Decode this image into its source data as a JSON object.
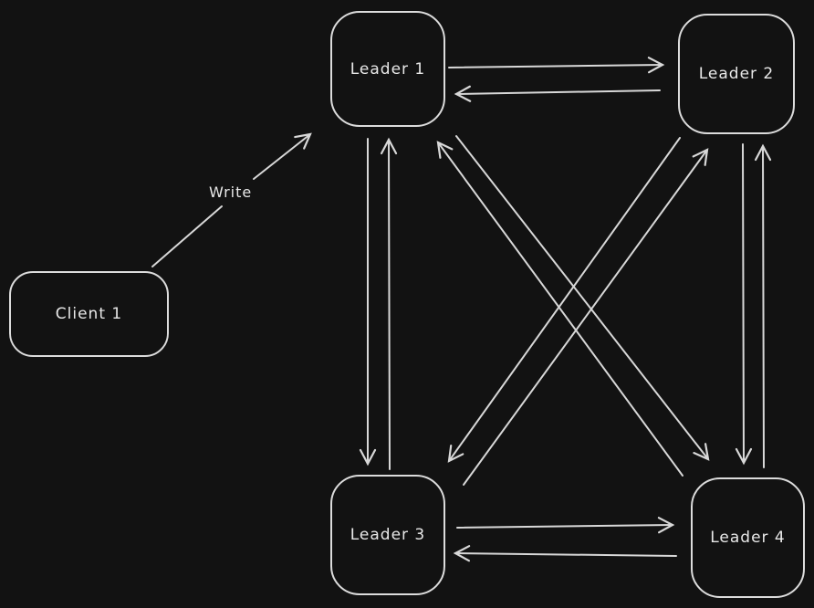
{
  "diagram": {
    "colors": {
      "background": "#121212",
      "stroke": "#d8d8d8",
      "text": "#e8e8e8"
    },
    "nodes": [
      {
        "id": "client-1",
        "label": "Client 1",
        "shape": "rounded-rectangle"
      },
      {
        "id": "leader-1",
        "label": "Leader 1",
        "shape": "rounded-rectangle"
      },
      {
        "id": "leader-2",
        "label": "Leader 2",
        "shape": "rounded-rectangle"
      },
      {
        "id": "leader-3",
        "label": "Leader 3",
        "shape": "rounded-rectangle"
      },
      {
        "id": "leader-4",
        "label": "Leader 4",
        "shape": "rounded-rectangle"
      }
    ],
    "edges": [
      {
        "from": "client-1",
        "to": "leader-1",
        "label": "Write",
        "directed": true
      },
      {
        "from": "leader-1",
        "to": "leader-2",
        "label": "",
        "directed": true
      },
      {
        "from": "leader-2",
        "to": "leader-1",
        "label": "",
        "directed": true
      },
      {
        "from": "leader-1",
        "to": "leader-3",
        "label": "",
        "directed": true
      },
      {
        "from": "leader-3",
        "to": "leader-1",
        "label": "",
        "directed": true
      },
      {
        "from": "leader-2",
        "to": "leader-4",
        "label": "",
        "directed": true
      },
      {
        "from": "leader-4",
        "to": "leader-2",
        "label": "",
        "directed": true
      },
      {
        "from": "leader-3",
        "to": "leader-4",
        "label": "",
        "directed": true
      },
      {
        "from": "leader-4",
        "to": "leader-3",
        "label": "",
        "directed": true
      },
      {
        "from": "leader-1",
        "to": "leader-4",
        "label": "",
        "directed": true
      },
      {
        "from": "leader-4",
        "to": "leader-1",
        "label": "",
        "directed": true
      },
      {
        "from": "leader-2",
        "to": "leader-3",
        "label": "",
        "directed": true
      },
      {
        "from": "leader-3",
        "to": "leader-2",
        "label": "",
        "directed": true
      }
    ]
  }
}
